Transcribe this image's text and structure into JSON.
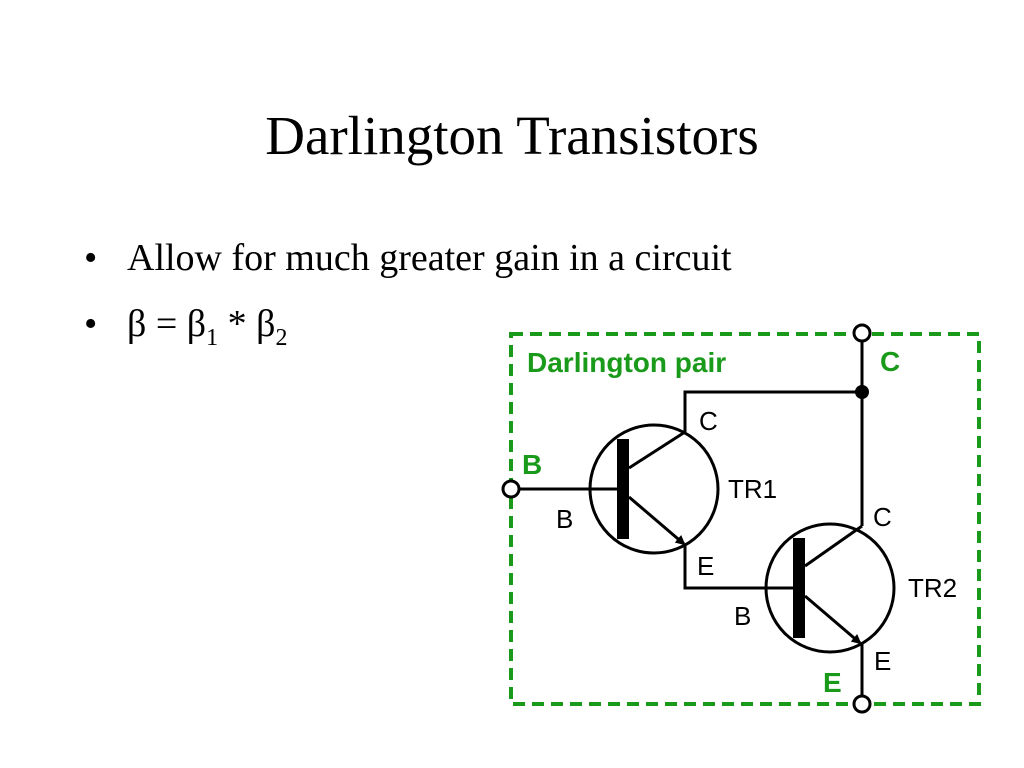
{
  "slide": {
    "title": "Darlington Transistors",
    "bullets": [
      {
        "text": "Allow for much greater gain in a circuit"
      },
      {
        "beta": "β",
        "eq": " = ",
        "beta1": "β",
        "sub1": "1",
        "times": " * ",
        "beta2": "β",
        "sub2": "2"
      }
    ]
  },
  "diagram": {
    "box_label": "Darlington pair",
    "terminals": {
      "base": "B",
      "collector": "C",
      "emitter": "E"
    },
    "tr1": {
      "name": "TR1",
      "collector": "C",
      "base": "B",
      "emitter": "E"
    },
    "tr2": {
      "name": "TR2",
      "collector": "C",
      "base": "B",
      "emitter": "E"
    },
    "colors": {
      "accent": "#1a9a1a",
      "wire": "#000000"
    }
  }
}
